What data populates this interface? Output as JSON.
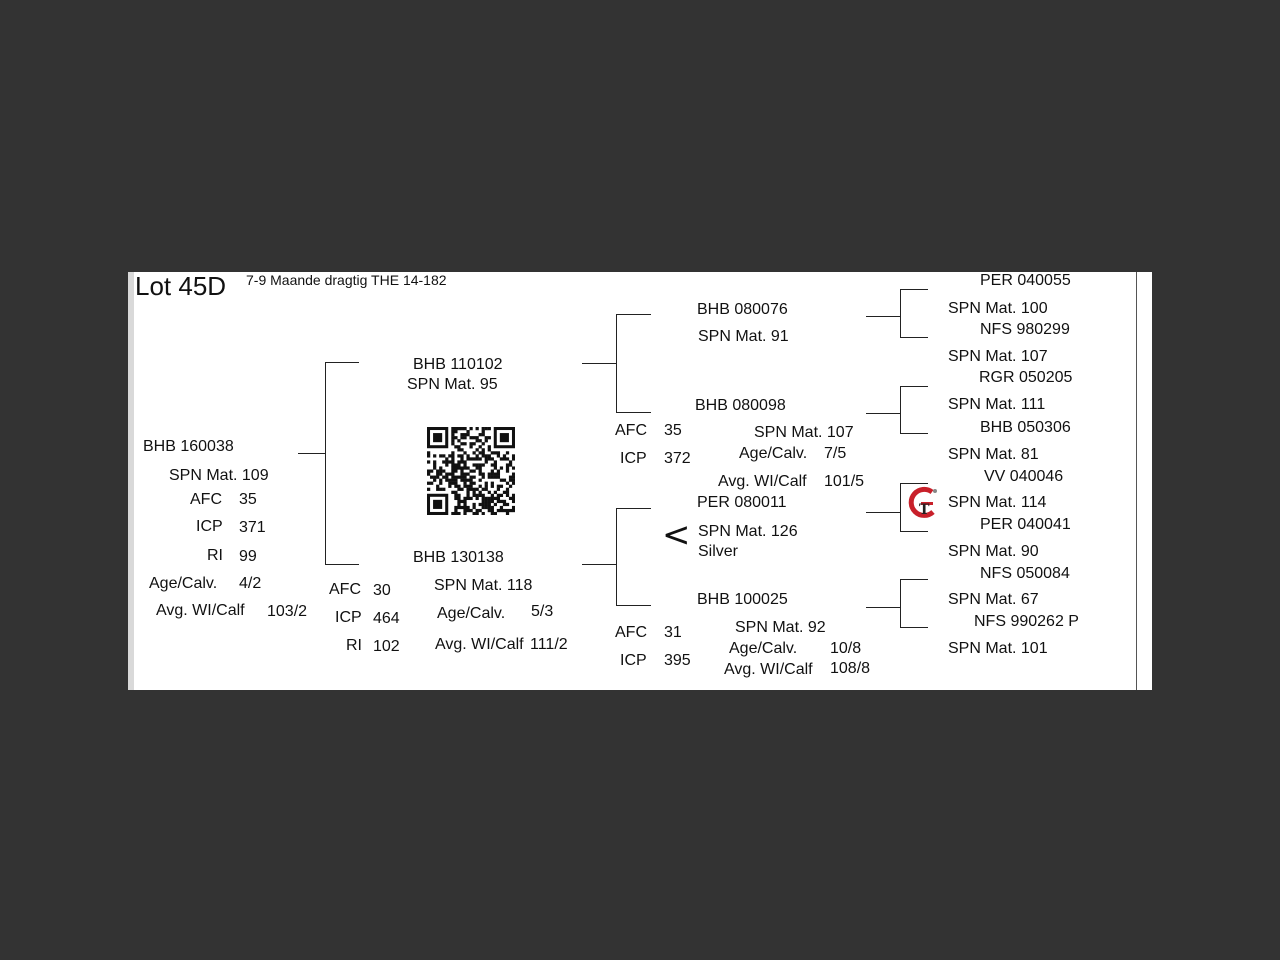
{
  "header": {
    "lot": "Lot 45D",
    "note": "7-9 Maande dragtig THE 14-182"
  },
  "animal": {
    "id": "BHB 160038",
    "spn": "SPN Mat. 109",
    "afc_label": "AFC",
    "afc": "35",
    "icp_label": "ICP",
    "icp": "371",
    "ri_label": "RI",
    "ri": "99",
    "age_label": "Age/Calv.",
    "age": "4/2",
    "avg_label": "Avg. WI/Calf",
    "avg": "103/2"
  },
  "sire": {
    "id": "BHB 110102",
    "spn": "SPN Mat. 95"
  },
  "dam": {
    "id": "BHB 130138",
    "spn": "SPN Mat. 118",
    "afc_label": "AFC",
    "afc": "30",
    "icp_label": "ICP",
    "icp": "464",
    "ri_label": "RI",
    "ri": "102",
    "age_label": "Age/Calv.",
    "age": "5/3",
    "avg_label": "Avg. WI/Calf",
    "avg": "111/2"
  },
  "gen2": {
    "ss": {
      "id": "BHB 080076",
      "spn": "SPN Mat. 91"
    },
    "sd": {
      "id": "BHB 080098",
      "spn": "SPN Mat. 107",
      "afc_label": "AFC",
      "afc": "35",
      "icp_label": "ICP",
      "icp": "372",
      "age_label": "Age/Calv.",
      "age": "7/5",
      "avg_label": "Avg. WI/Calf",
      "avg": "101/5"
    },
    "ds": {
      "id": "PER 080011",
      "spn": "SPN Mat. 126",
      "extra": "Silver"
    },
    "dd": {
      "id": "BHB 100025",
      "spn": "SPN Mat. 92",
      "afc_label": "AFC",
      "afc": "31",
      "icp_label": "ICP",
      "icp": "395",
      "age_label": "Age/Calv.",
      "age": "10/8",
      "avg_label": "Avg. WI/Calf",
      "avg": "108/8"
    }
  },
  "gen3": [
    {
      "id": "PER 040055",
      "spn": "SPN Mat. 100"
    },
    {
      "id": "NFS 980299",
      "spn": "SPN Mat. 107"
    },
    {
      "id": "RGR 050205",
      "spn": "SPN Mat. 111"
    },
    {
      "id": "BHB 050306",
      "spn": "SPN Mat. 81"
    },
    {
      "id": "VV  040046",
      "spn": "SPN Mat. 114"
    },
    {
      "id": "PER 040041",
      "spn": "SPN Mat. 90"
    },
    {
      "id": "NFS 050084",
      "spn": "SPN Mat. 67"
    },
    {
      "id": "NFS 990262  P",
      "spn": "SPN Mat. 101"
    }
  ],
  "icons": {
    "qr": "qr-code-icon",
    "logo": "gt-logo-icon",
    "symbol": "less-than-icon"
  },
  "colors": {
    "background": "#333333",
    "card": "#ffffff",
    "logo_red": "#c8202a"
  }
}
